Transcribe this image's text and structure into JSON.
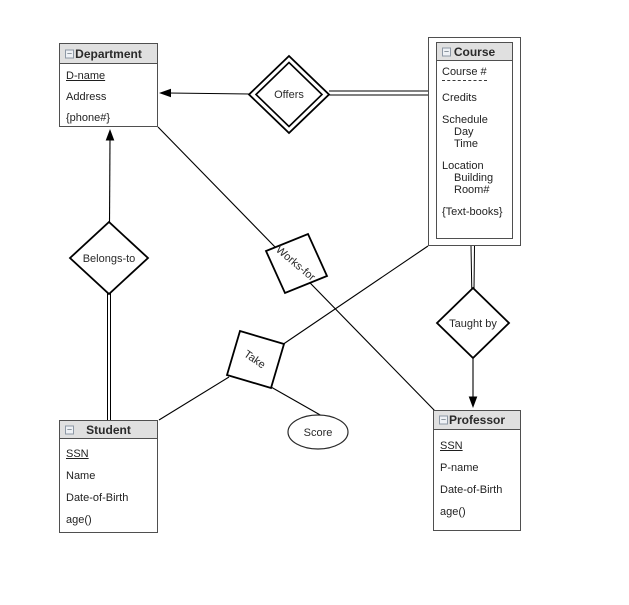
{
  "colors": {
    "background": "#ffffff",
    "entity_header_bg": "#e0e0e0",
    "entity_border": "#4f4f4f",
    "line": "#000000"
  },
  "icons": {
    "collapse_glyph": "−"
  },
  "entities": {
    "department": {
      "title": "Department",
      "attributes": [
        "D-name",
        "Address",
        "{phone#}"
      ]
    },
    "course": {
      "title": "Course",
      "attributes": [
        "Course #",
        "Credits",
        "Schedule",
        "Day",
        "Time",
        "Location",
        "Building",
        "Room#",
        "{Text-books}"
      ]
    },
    "student": {
      "title": "Student",
      "attributes": [
        "SSN",
        "Name",
        "Date-of-Birth",
        "age()"
      ]
    },
    "professor": {
      "title": "Professor",
      "attributes": [
        "SSN",
        "P-name",
        "Date-of-Birth",
        "age()"
      ]
    }
  },
  "relationships": {
    "offers": {
      "label": "Offers",
      "style": "double-diamond",
      "connects": [
        "Course",
        "Department"
      ]
    },
    "belongs_to": {
      "label": "Belongs-to",
      "style": "diamond",
      "connects": [
        "Student",
        "Department"
      ]
    },
    "works_for": {
      "label": "Works-for",
      "style": "rotated-square",
      "connects": [
        "Department",
        "Professor"
      ]
    },
    "take": {
      "label": "Take",
      "style": "rotated-square",
      "connects": [
        "Student",
        "Course"
      ]
    },
    "taught_by": {
      "label": "Taught by",
      "style": "diamond",
      "connects": [
        "Course",
        "Professor"
      ]
    }
  },
  "oval": {
    "label": "Score",
    "attached_to": "Take"
  }
}
